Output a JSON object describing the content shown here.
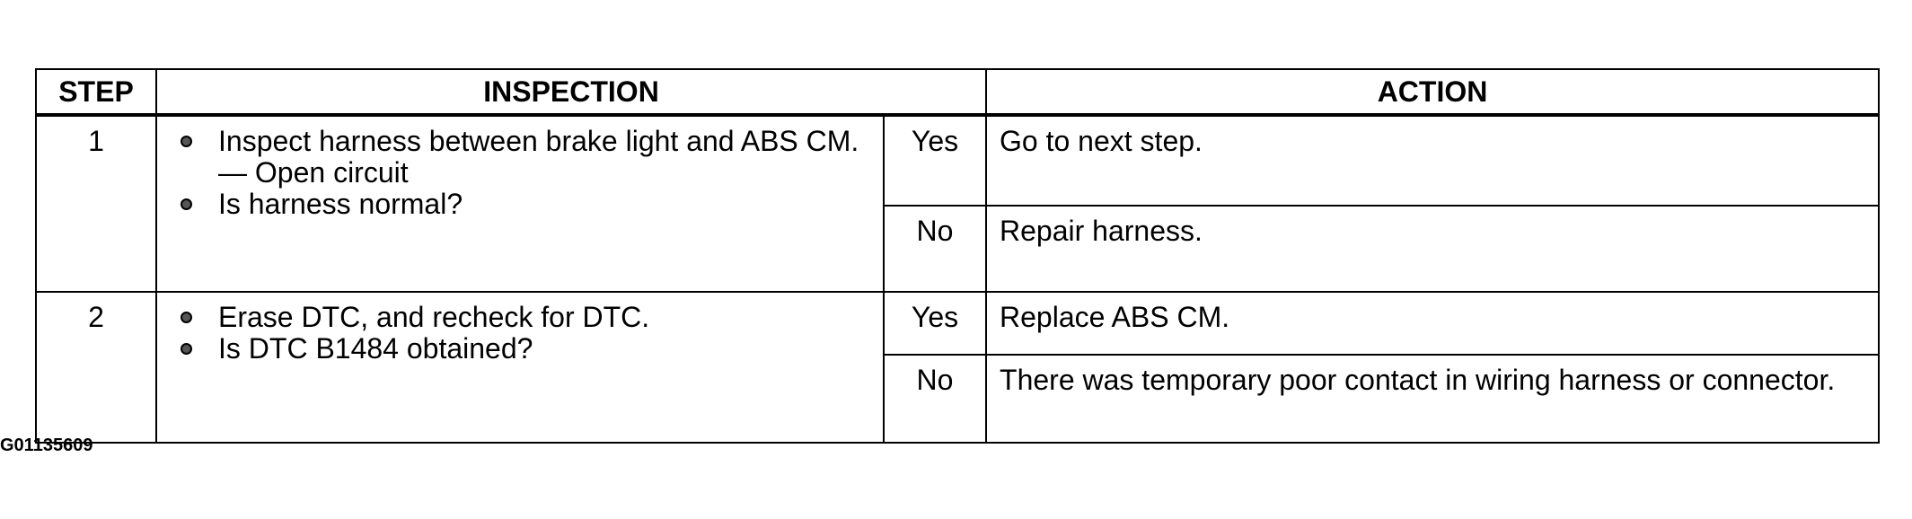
{
  "table": {
    "headers": {
      "step": "STEP",
      "inspection": "INSPECTION",
      "action": "ACTION"
    },
    "rows": [
      {
        "step": "1",
        "inspection": {
          "bullet1": "Inspect harness between brake light and ABS CM.",
          "sub": "— Open circuit",
          "bullet2": "Is harness normal?"
        },
        "yes_label": "Yes",
        "yes_action": "Go to next step.",
        "no_label": "No",
        "no_action": "Repair harness."
      },
      {
        "step": "2",
        "inspection": {
          "bullet1": "Erase DTC, and recheck for DTC.",
          "bullet2": "Is DTC B1484 obtained?"
        },
        "yes_label": "Yes",
        "yes_action": "Replace ABS CM.",
        "no_label": "No",
        "no_action": "There was temporary poor contact in wiring harness or connector."
      }
    ]
  },
  "figure_id": "G01135609",
  "icons": {
    "bullet": "bullet-dot-icon"
  }
}
